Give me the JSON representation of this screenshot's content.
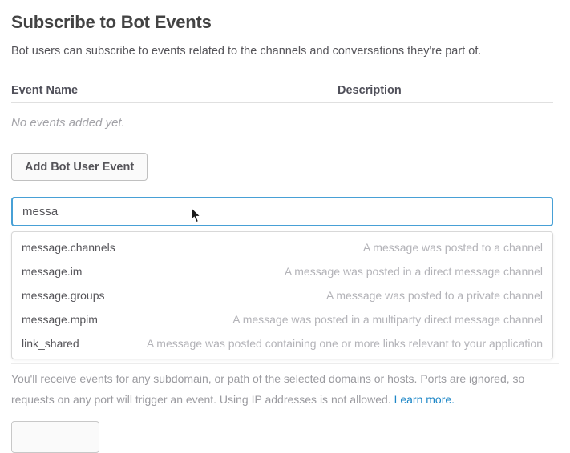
{
  "section": {
    "title": "Subscribe to Bot Events",
    "subtitle": "Bot users can subscribe to events related to the channels and conversations they're part of."
  },
  "events_table": {
    "columns": [
      "Event Name",
      "Description"
    ],
    "empty_message": "No events added yet."
  },
  "actions": {
    "add_event_label": "Add Bot User Event"
  },
  "event_search": {
    "value": "messa"
  },
  "suggestions": [
    {
      "name": "message.channels",
      "description": "A message was posted to a channel"
    },
    {
      "name": "message.im",
      "description": "A message was posted in a direct message channel"
    },
    {
      "name": "message.groups",
      "description": "A message was posted to a private channel"
    },
    {
      "name": "message.mpim",
      "description": "A message was posted in a multiparty direct message channel"
    },
    {
      "name": "link_shared",
      "description": "A message was posted containing one or more links relevant to your application"
    }
  ],
  "footer": {
    "text": "You'll receive events for any subdomain, or path of the selected domains or hosts. Ports are ignored, so requests on any port will trigger an event. Using IP addresses is not allowed.",
    "link_label": "Learn more."
  },
  "colors": {
    "focus_border": "#47a0d6",
    "link": "#1e87c7",
    "spellcheck": "#e04f4f"
  }
}
